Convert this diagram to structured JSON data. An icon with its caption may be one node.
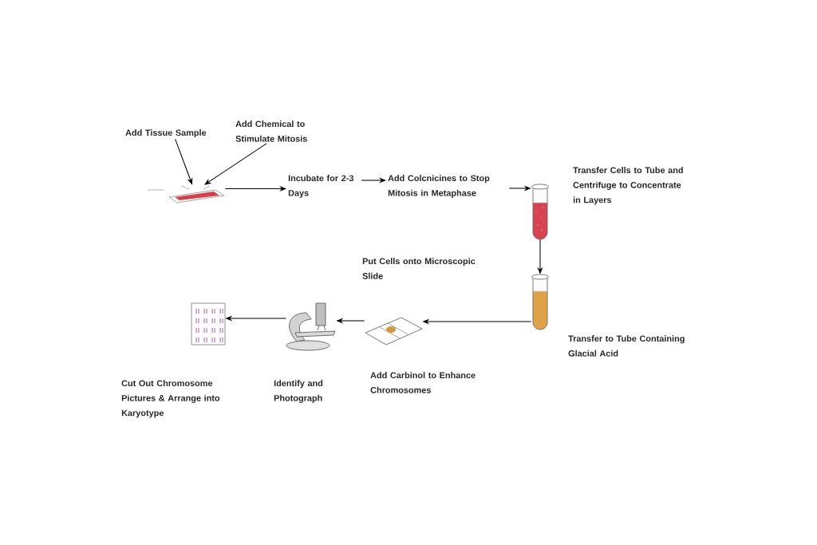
{
  "diagram": {
    "nodes": [
      {
        "text": [
          "Add Tissue Sample"
        ]
      },
      {
        "text": [
          "Add Chemical to Stimulate Mitosis"
        ]
      },
      {
        "text": [],
        "shape": "picture"
      },
      {
        "text": [
          "Incubate for 2-3 Days"
        ]
      },
      {
        "text": [
          "Add Colcnicines to Stop Mitosis in Metaphase"
        ]
      },
      {
        "text": [],
        "shape": "picture",
        "beside": [
          "Transfer Cells to Tube and Centrifuge to Concentrate in Layers"
        ]
      },
      {
        "text": [],
        "shape": "picture",
        "beside": [
          "Transfer to Tube Containing Glacial Acid"
        ]
      },
      {
        "text": [],
        "shape": "picture",
        "beside": [
          "Add Carbinol to Enhance Chromosomes"
        ]
      },
      {
        "text": [],
        "shape": "picture",
        "beside": [
          "Identify and Photograph"
        ]
      },
      {
        "text": [],
        "shape": "picture"
      }
    ],
    "labels": [
      "Put Cells onto Microscopic Slide",
      "Cut Out Chromosome Pictures & Arrange into Karyotype"
    ],
    "edges": [
      {
        "from": 0,
        "to": 2,
        "arrow": "to"
      },
      {
        "from": 1,
        "to": 2,
        "arrow": "to"
      },
      {
        "from": 2,
        "to": 3,
        "arrow": "to"
      },
      {
        "from": 3,
        "to": 4,
        "arrow": "to"
      },
      {
        "from": 4,
        "to": 5,
        "arrow": "to"
      },
      {
        "from": 5,
        "to": 6,
        "arrow": "to"
      },
      {
        "from": 6,
        "to": 7,
        "arrow": "to"
      },
      {
        "from": 7,
        "to": 8,
        "arrow": "to"
      },
      {
        "from": 8,
        "to": 9,
        "arrow": "to"
      }
    ]
  }
}
